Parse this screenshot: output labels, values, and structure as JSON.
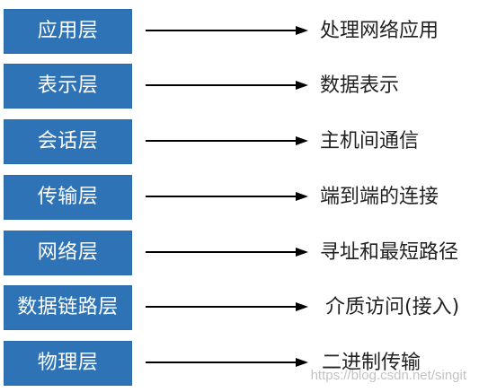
{
  "diagram": {
    "layers": [
      {
        "layer": "应用层",
        "description": "处理网络应用"
      },
      {
        "layer": "表示层",
        "description": "数据表示"
      },
      {
        "layer": "会话层",
        "description": "主机间通信"
      },
      {
        "layer": "传输层",
        "description": "端到端的连接"
      },
      {
        "layer": "网络层",
        "description": "寻址和最短路径"
      },
      {
        "layer": "数据链路层",
        "description": "介质访问(接入)"
      },
      {
        "layer": "物理层",
        "description": "二进制传输"
      }
    ],
    "watermark": "https://blog.csdn.net/singit",
    "colors": {
      "box_fill": "#2f73b7",
      "box_text": "#ffffff",
      "arrow": "#000000",
      "description_text": "#222222"
    }
  }
}
